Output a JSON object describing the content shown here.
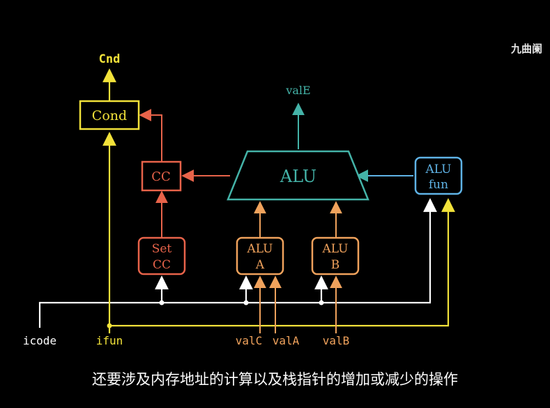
{
  "colors": {
    "background": "#000000",
    "yellow": "#f2e23a",
    "red": "#e8634a",
    "teal": "#44b3a8",
    "orange": "#f0a25c",
    "blue": "#5fb3e6",
    "white": "#ffffff"
  },
  "watermark": "九曲阑",
  "subtitle": "还要涉及内存地址的计算以及栈指针的增加或减少的操作",
  "labels": {
    "cnd": "Cnd",
    "cond": "Cond",
    "cc": "CC",
    "alu": "ALU",
    "val_e": "valE",
    "alu_fun_line1": "ALU",
    "alu_fun_line2": "fun",
    "set_cc_line1": "Set",
    "set_cc_line2": "CC",
    "alu_a_line1": "ALU",
    "alu_a_line2": "A",
    "alu_b_line1": "ALU",
    "alu_b_line2": "B",
    "icode": "icode",
    "ifun": "ifun",
    "val_c": "valC",
    "val_a": "valA",
    "val_b": "valB"
  }
}
